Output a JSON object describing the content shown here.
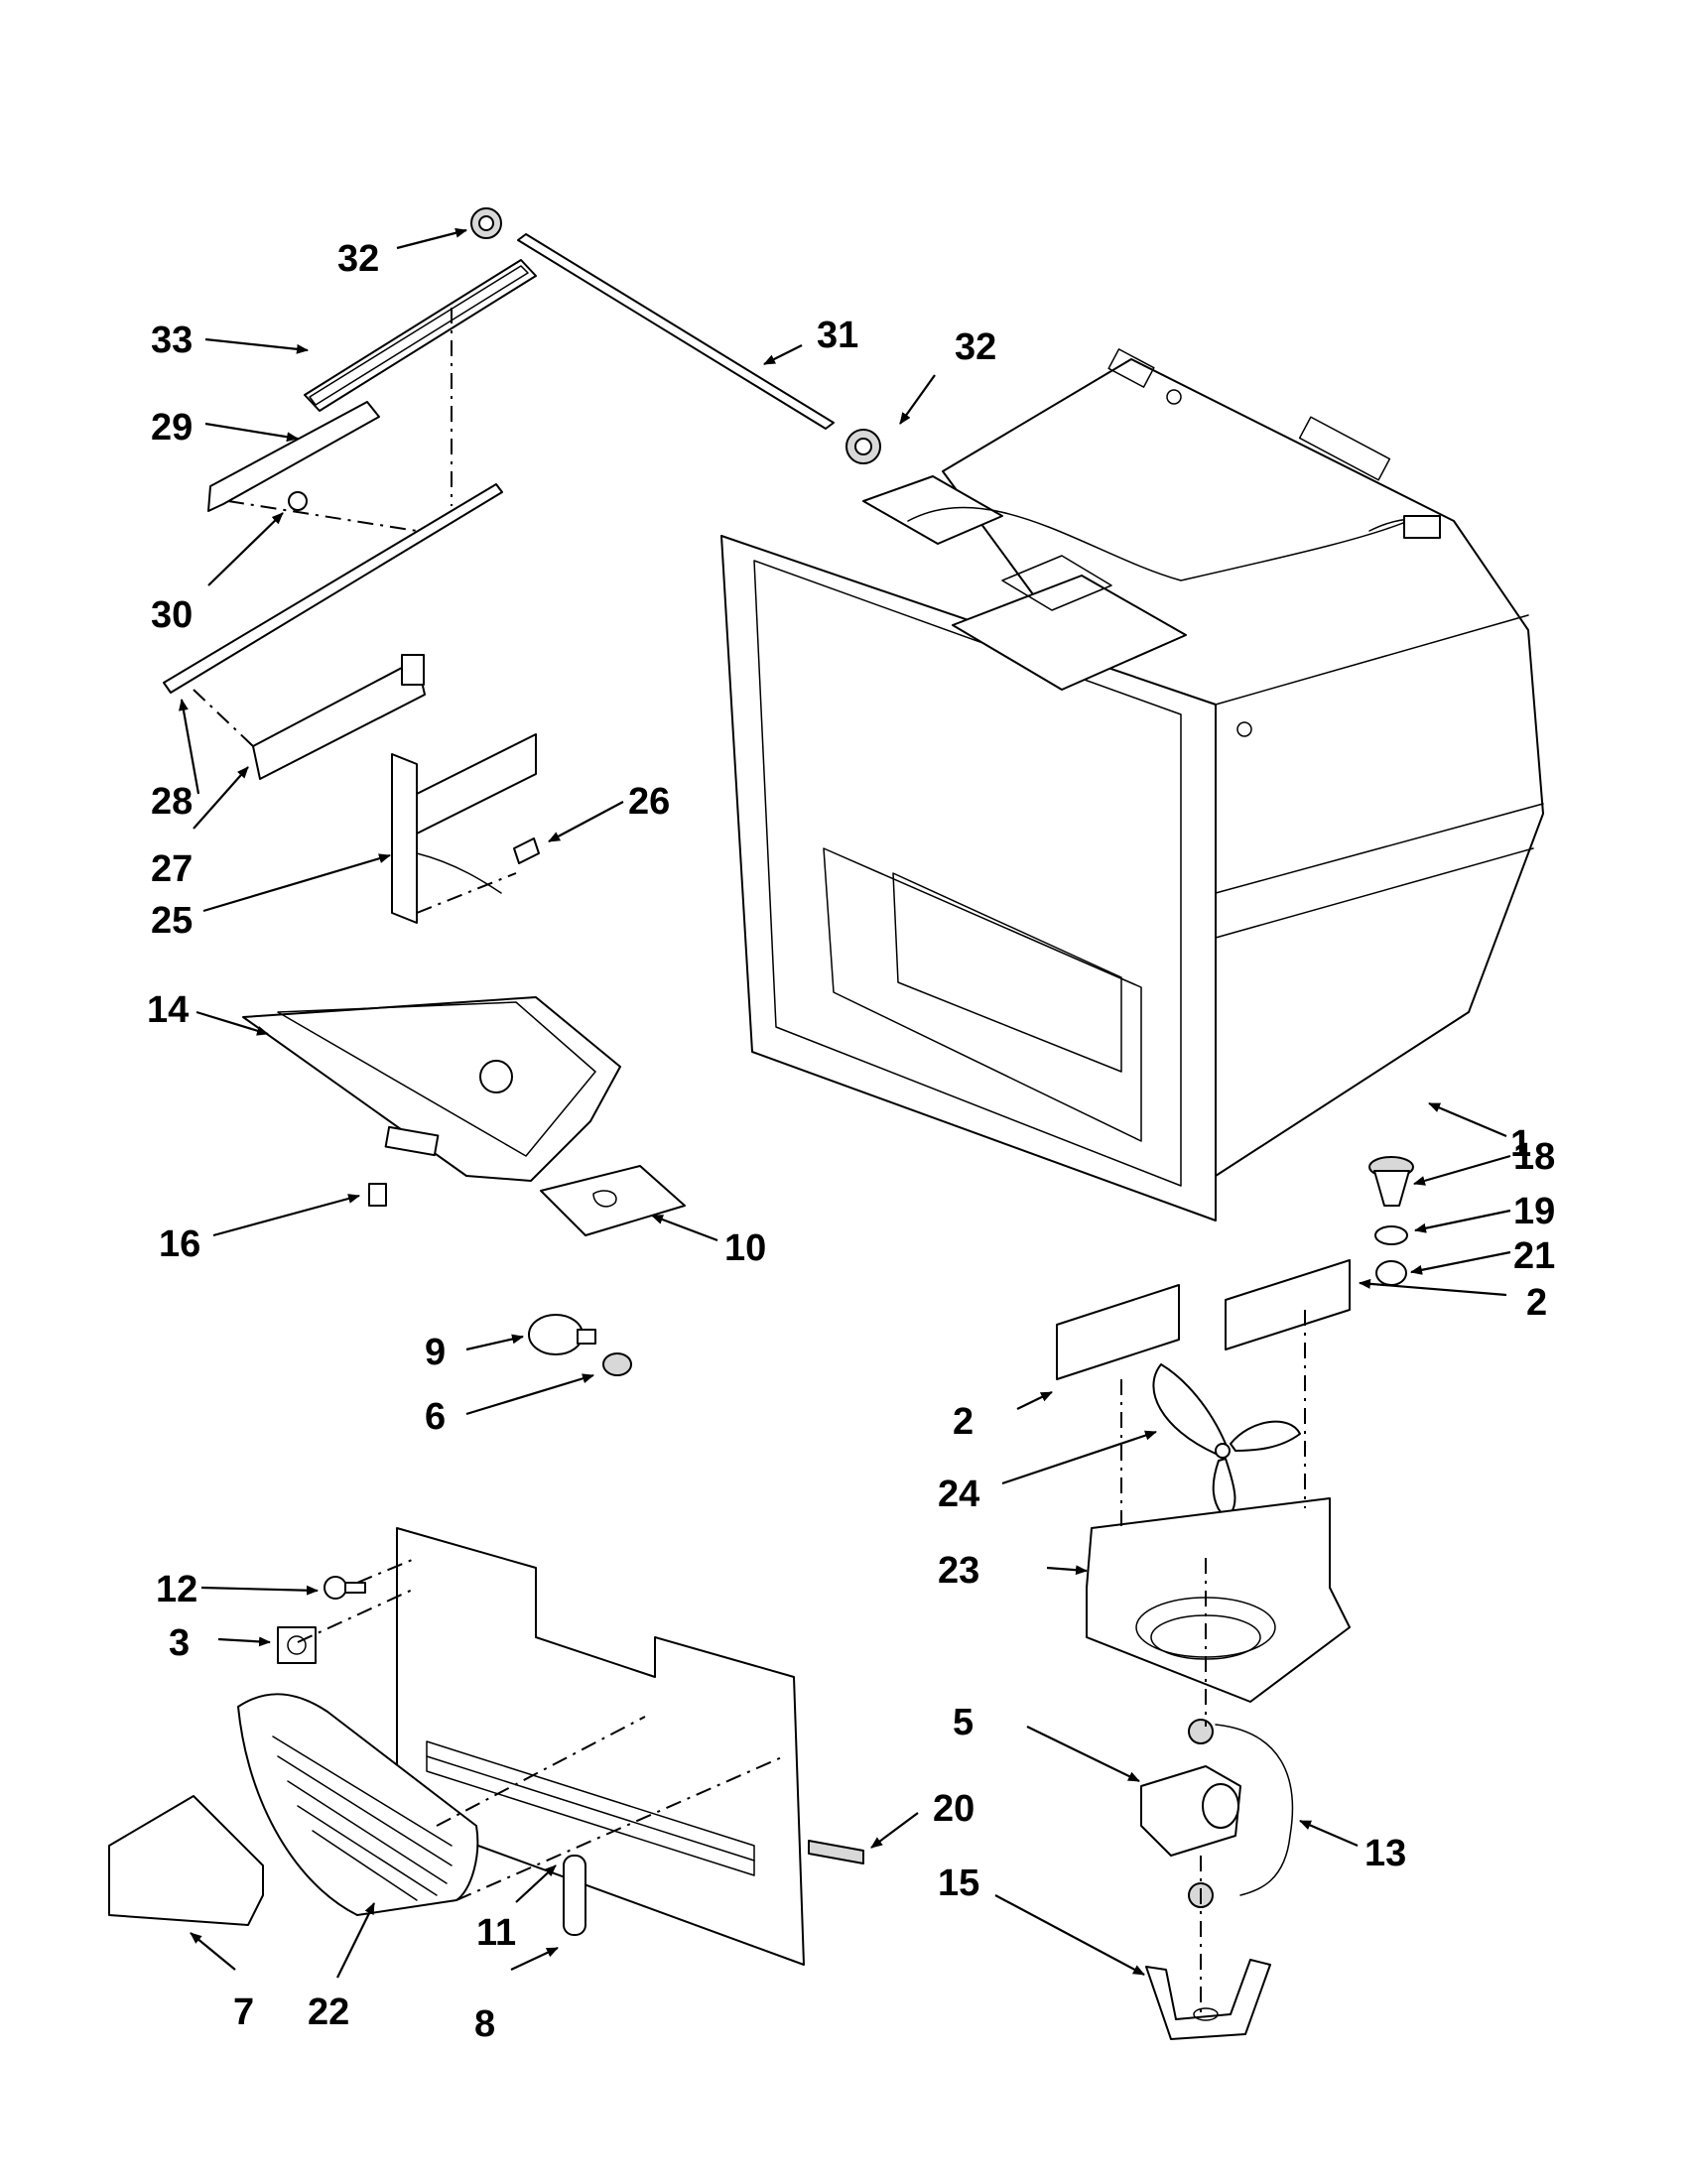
{
  "callouts": {
    "c1": "1",
    "c2a": "2",
    "c2b": "2",
    "c3": "3",
    "c5": "5",
    "c6": "6",
    "c7": "7",
    "c8": "8",
    "c9": "9",
    "c10": "10",
    "c11": "11",
    "c12": "12",
    "c13": "13",
    "c14": "14",
    "c15": "15",
    "c16": "16",
    "c18": "18",
    "c19": "19",
    "c20": "20",
    "c21": "21",
    "c22": "22",
    "c23": "23",
    "c24": "24",
    "c25": "25",
    "c26": "26",
    "c27": "27",
    "c28": "28",
    "c29": "29",
    "c30": "30",
    "c31": "31",
    "c32a": "32",
    "c32b": "32",
    "c33": "33"
  }
}
